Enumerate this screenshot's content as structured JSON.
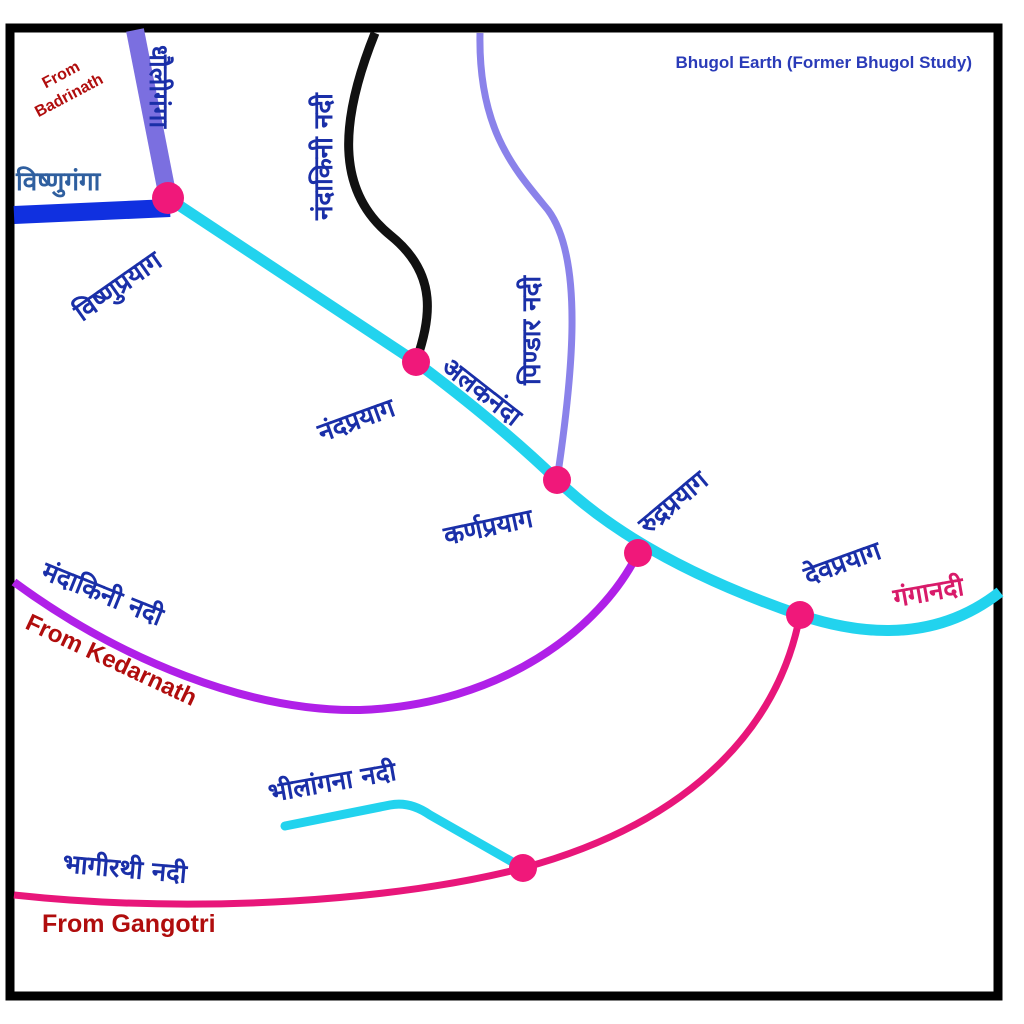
{
  "credit": "Bhugol Earth (Former Bhugol Study)",
  "labels": {
    "from_badrinath_1": "From",
    "from_badrinath_2": "Badrinath",
    "from_kedarnath": "From Kedarnath",
    "from_gangotri": "From Gangotri"
  },
  "rivers": {
    "dhauliganga": "धौलीगंगा",
    "vishnuganga": "विष्णुगंगा",
    "nandakini": "नंदाकिनी नदी",
    "pindar": "पिण्डार नदी",
    "alaknanda": "अलकनंदा",
    "mandakini": "मंदाकिनी नदी",
    "bhilangana": "भीलांगना नदी",
    "bhagirathi": "भागीरथी नदी",
    "ganga": "गंगानदी"
  },
  "confluences": {
    "vishnuprayag": "विष्णुप्रयाग",
    "nandprayag": "नंदप्रयाग",
    "karnaprayag": "कर्णप्रयाग",
    "rudraprayag": "रुद्रप्रयाग",
    "devprayag": "देवप्रयाग"
  },
  "colors": {
    "dhauliganga": "#7b6fe0",
    "vishnuganga": "#1030e0",
    "alaknanda": "#22d3ee",
    "nandakini": "#111111",
    "pindar": "#8a82ea",
    "mandakini": "#b020e8",
    "bhagirathi": "#e8167a",
    "confluence": "#f0187a"
  }
}
